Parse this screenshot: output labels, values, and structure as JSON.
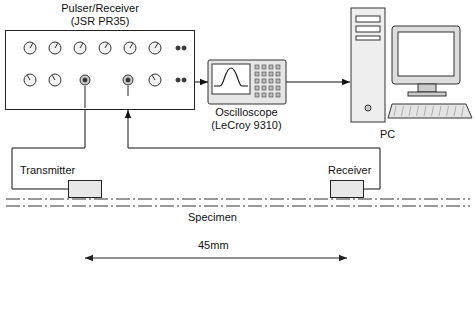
{
  "diagram": {
    "nodes": [
      {
        "text": [
          "Pulser/Receiver (JSR PR35)"
        ]
      },
      {
        "text": [
          "Oscilloscope (LeCroy 9310)"
        ]
      },
      {
        "text": [
          "PC"
        ]
      },
      {
        "text": [
          "Transmitter"
        ]
      },
      {
        "text": [
          "Receiver"
        ]
      }
    ],
    "edges": [
      {
        "from": 0,
        "to": 1,
        "arrow": "to"
      },
      {
        "from": 1,
        "to": 2,
        "arrow": "to"
      },
      {
        "from": 0,
        "to": 3,
        "arrow": "none"
      },
      {
        "from": 4,
        "to": 0,
        "arrow": "to"
      }
    ],
    "labels": [
      "Specimen",
      "45mm"
    ]
  }
}
